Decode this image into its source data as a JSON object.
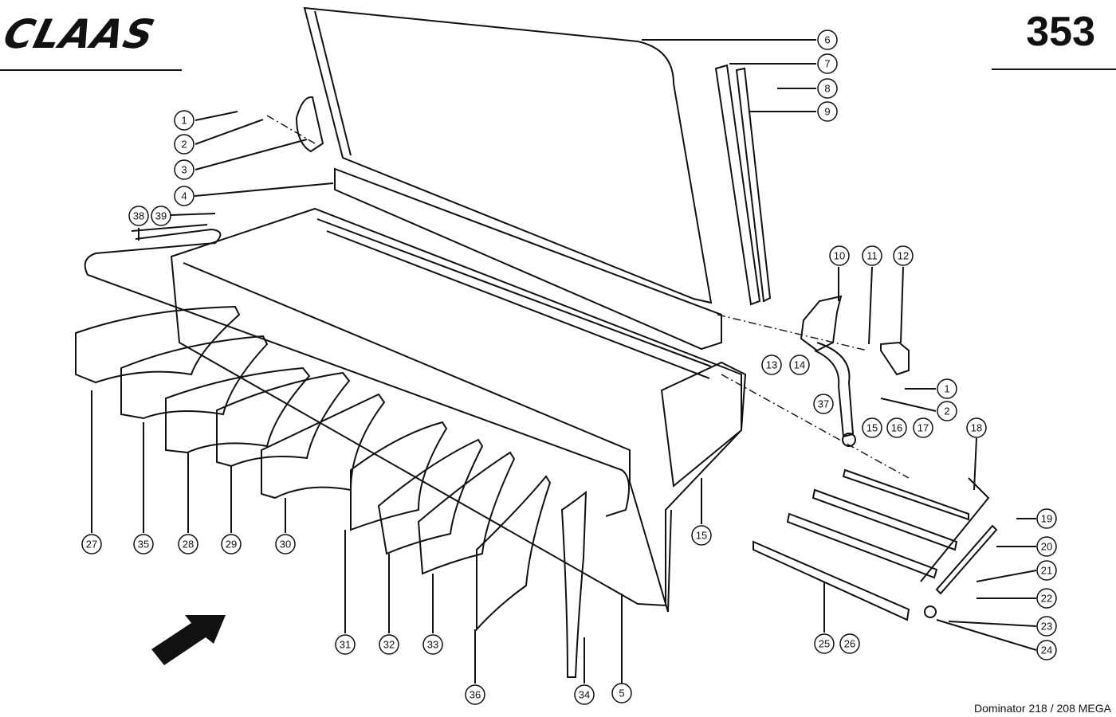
{
  "header": {
    "brand": "CLAAS",
    "page_number": "353"
  },
  "footer": {
    "model": "Dominator 218 / 208 MEGA"
  },
  "callouts": [
    "1",
    "2",
    "3",
    "4",
    "5",
    "6",
    "7",
    "8",
    "9",
    "10",
    "11",
    "12",
    "13",
    "14",
    "15",
    "16",
    "17",
    "18",
    "19",
    "20",
    "21",
    "22",
    "23",
    "24",
    "25",
    "26",
    "27",
    "28",
    "29",
    "30",
    "31",
    "32",
    "33",
    "34",
    "35",
    "36",
    "37",
    "38",
    "39",
    "1",
    "2",
    "15"
  ]
}
